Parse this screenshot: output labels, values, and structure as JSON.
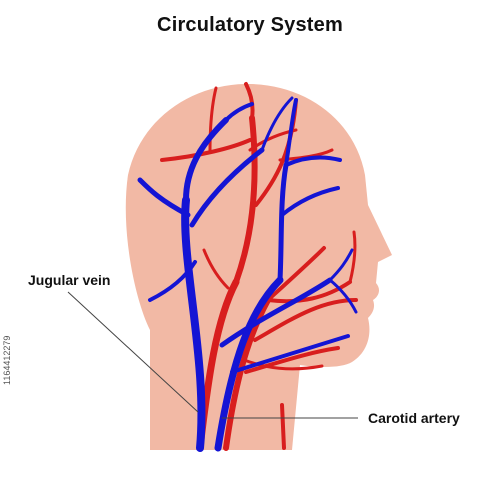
{
  "title": "Circulatory System",
  "labels": {
    "jugular_vein": "Jugular vein",
    "carotid_artery": "Carotid artery"
  },
  "side_id": "1164412279",
  "colors": {
    "skin": "#f2b9a5",
    "vein": "#1414d4",
    "artery": "#d81e1e",
    "leader": "#444444",
    "text": "#111111"
  }
}
